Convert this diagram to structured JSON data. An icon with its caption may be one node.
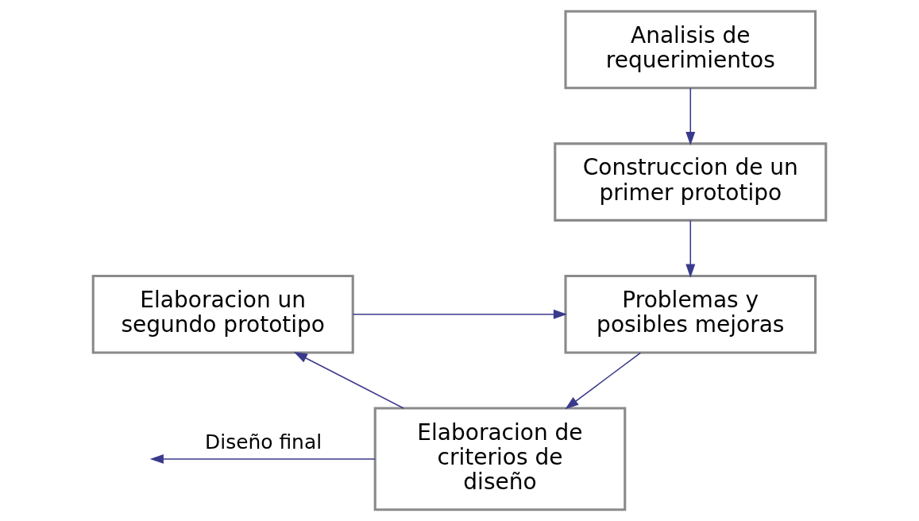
{
  "diagram": {
    "nodes": [
      {
        "text": [
          "Analisis de requerimientos"
        ]
      },
      {
        "text": [
          "Construccion de un primer prototipo"
        ]
      },
      {
        "text": [
          "Elaboracion un segundo prototipo"
        ]
      },
      {
        "text": [
          "Problemas y posibles mejoras"
        ]
      },
      {
        "text": [
          "Elaboracion de criterios de diseño"
        ]
      }
    ],
    "edges": [
      {
        "from": 0,
        "to": 1,
        "arrow": "to"
      },
      {
        "from": 1,
        "to": 3,
        "arrow": "to"
      },
      {
        "from": 2,
        "to": 3,
        "arrow": "to"
      },
      {
        "from": 3,
        "to": 4,
        "arrow": "to"
      },
      {
        "from": 4,
        "to": 2,
        "arrow": "to"
      },
      {
        "from": 4,
        "to": null,
        "arrow": "to",
        "label": "Diseño final"
      }
    ]
  }
}
